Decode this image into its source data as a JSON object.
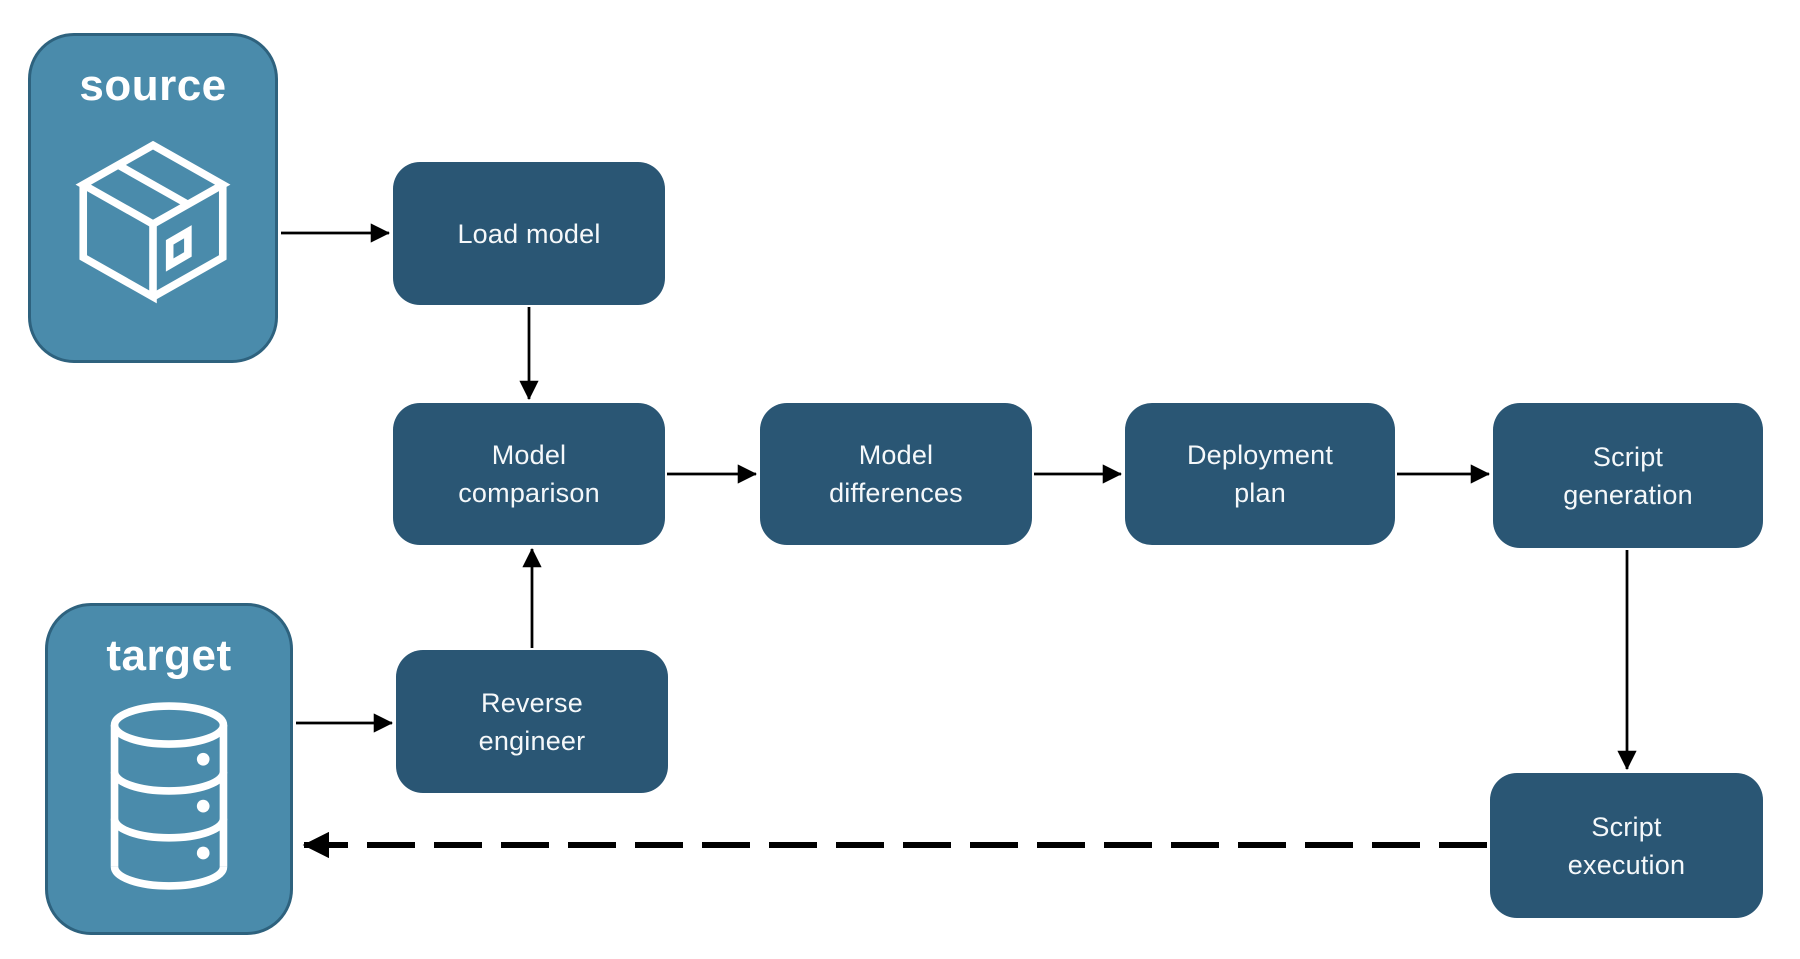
{
  "diagram": {
    "endpoints": {
      "source": {
        "label": "source",
        "icon": "package-icon"
      },
      "target": {
        "label": "target",
        "icon": "database-icon"
      }
    },
    "nodes": {
      "load_model": {
        "lines": [
          "Load model"
        ]
      },
      "model_comparison": {
        "lines": [
          "Model",
          "comparison"
        ]
      },
      "model_differences": {
        "lines": [
          "Model",
          "differences"
        ]
      },
      "deployment_plan": {
        "lines": [
          "Deployment",
          "plan"
        ]
      },
      "script_generation": {
        "lines": [
          "Script",
          "generation"
        ]
      },
      "reverse_engineer": {
        "lines": [
          "Reverse",
          "engineer"
        ]
      },
      "script_execution": {
        "lines": [
          "Script",
          "execution"
        ]
      }
    },
    "edges": [
      {
        "from": "source",
        "to": "load_model",
        "style": "solid"
      },
      {
        "from": "load_model",
        "to": "model_comparison",
        "style": "solid"
      },
      {
        "from": "model_comparison",
        "to": "model_differences",
        "style": "solid"
      },
      {
        "from": "model_differences",
        "to": "deployment_plan",
        "style": "solid"
      },
      {
        "from": "deployment_plan",
        "to": "script_generation",
        "style": "solid"
      },
      {
        "from": "script_generation",
        "to": "script_execution",
        "style": "solid"
      },
      {
        "from": "target",
        "to": "reverse_engineer",
        "style": "solid"
      },
      {
        "from": "reverse_engineer",
        "to": "model_comparison",
        "style": "solid"
      },
      {
        "from": "script_execution",
        "to": "target",
        "style": "dashed"
      }
    ],
    "colors": {
      "background": "#ffffff",
      "process_fill": "#2a5674",
      "process_text": "#f5f8fa",
      "endpoint_fill": "#4a8bab",
      "endpoint_border": "#2e627e",
      "endpoint_text": "#ffffff",
      "arrow": "#000000"
    }
  }
}
